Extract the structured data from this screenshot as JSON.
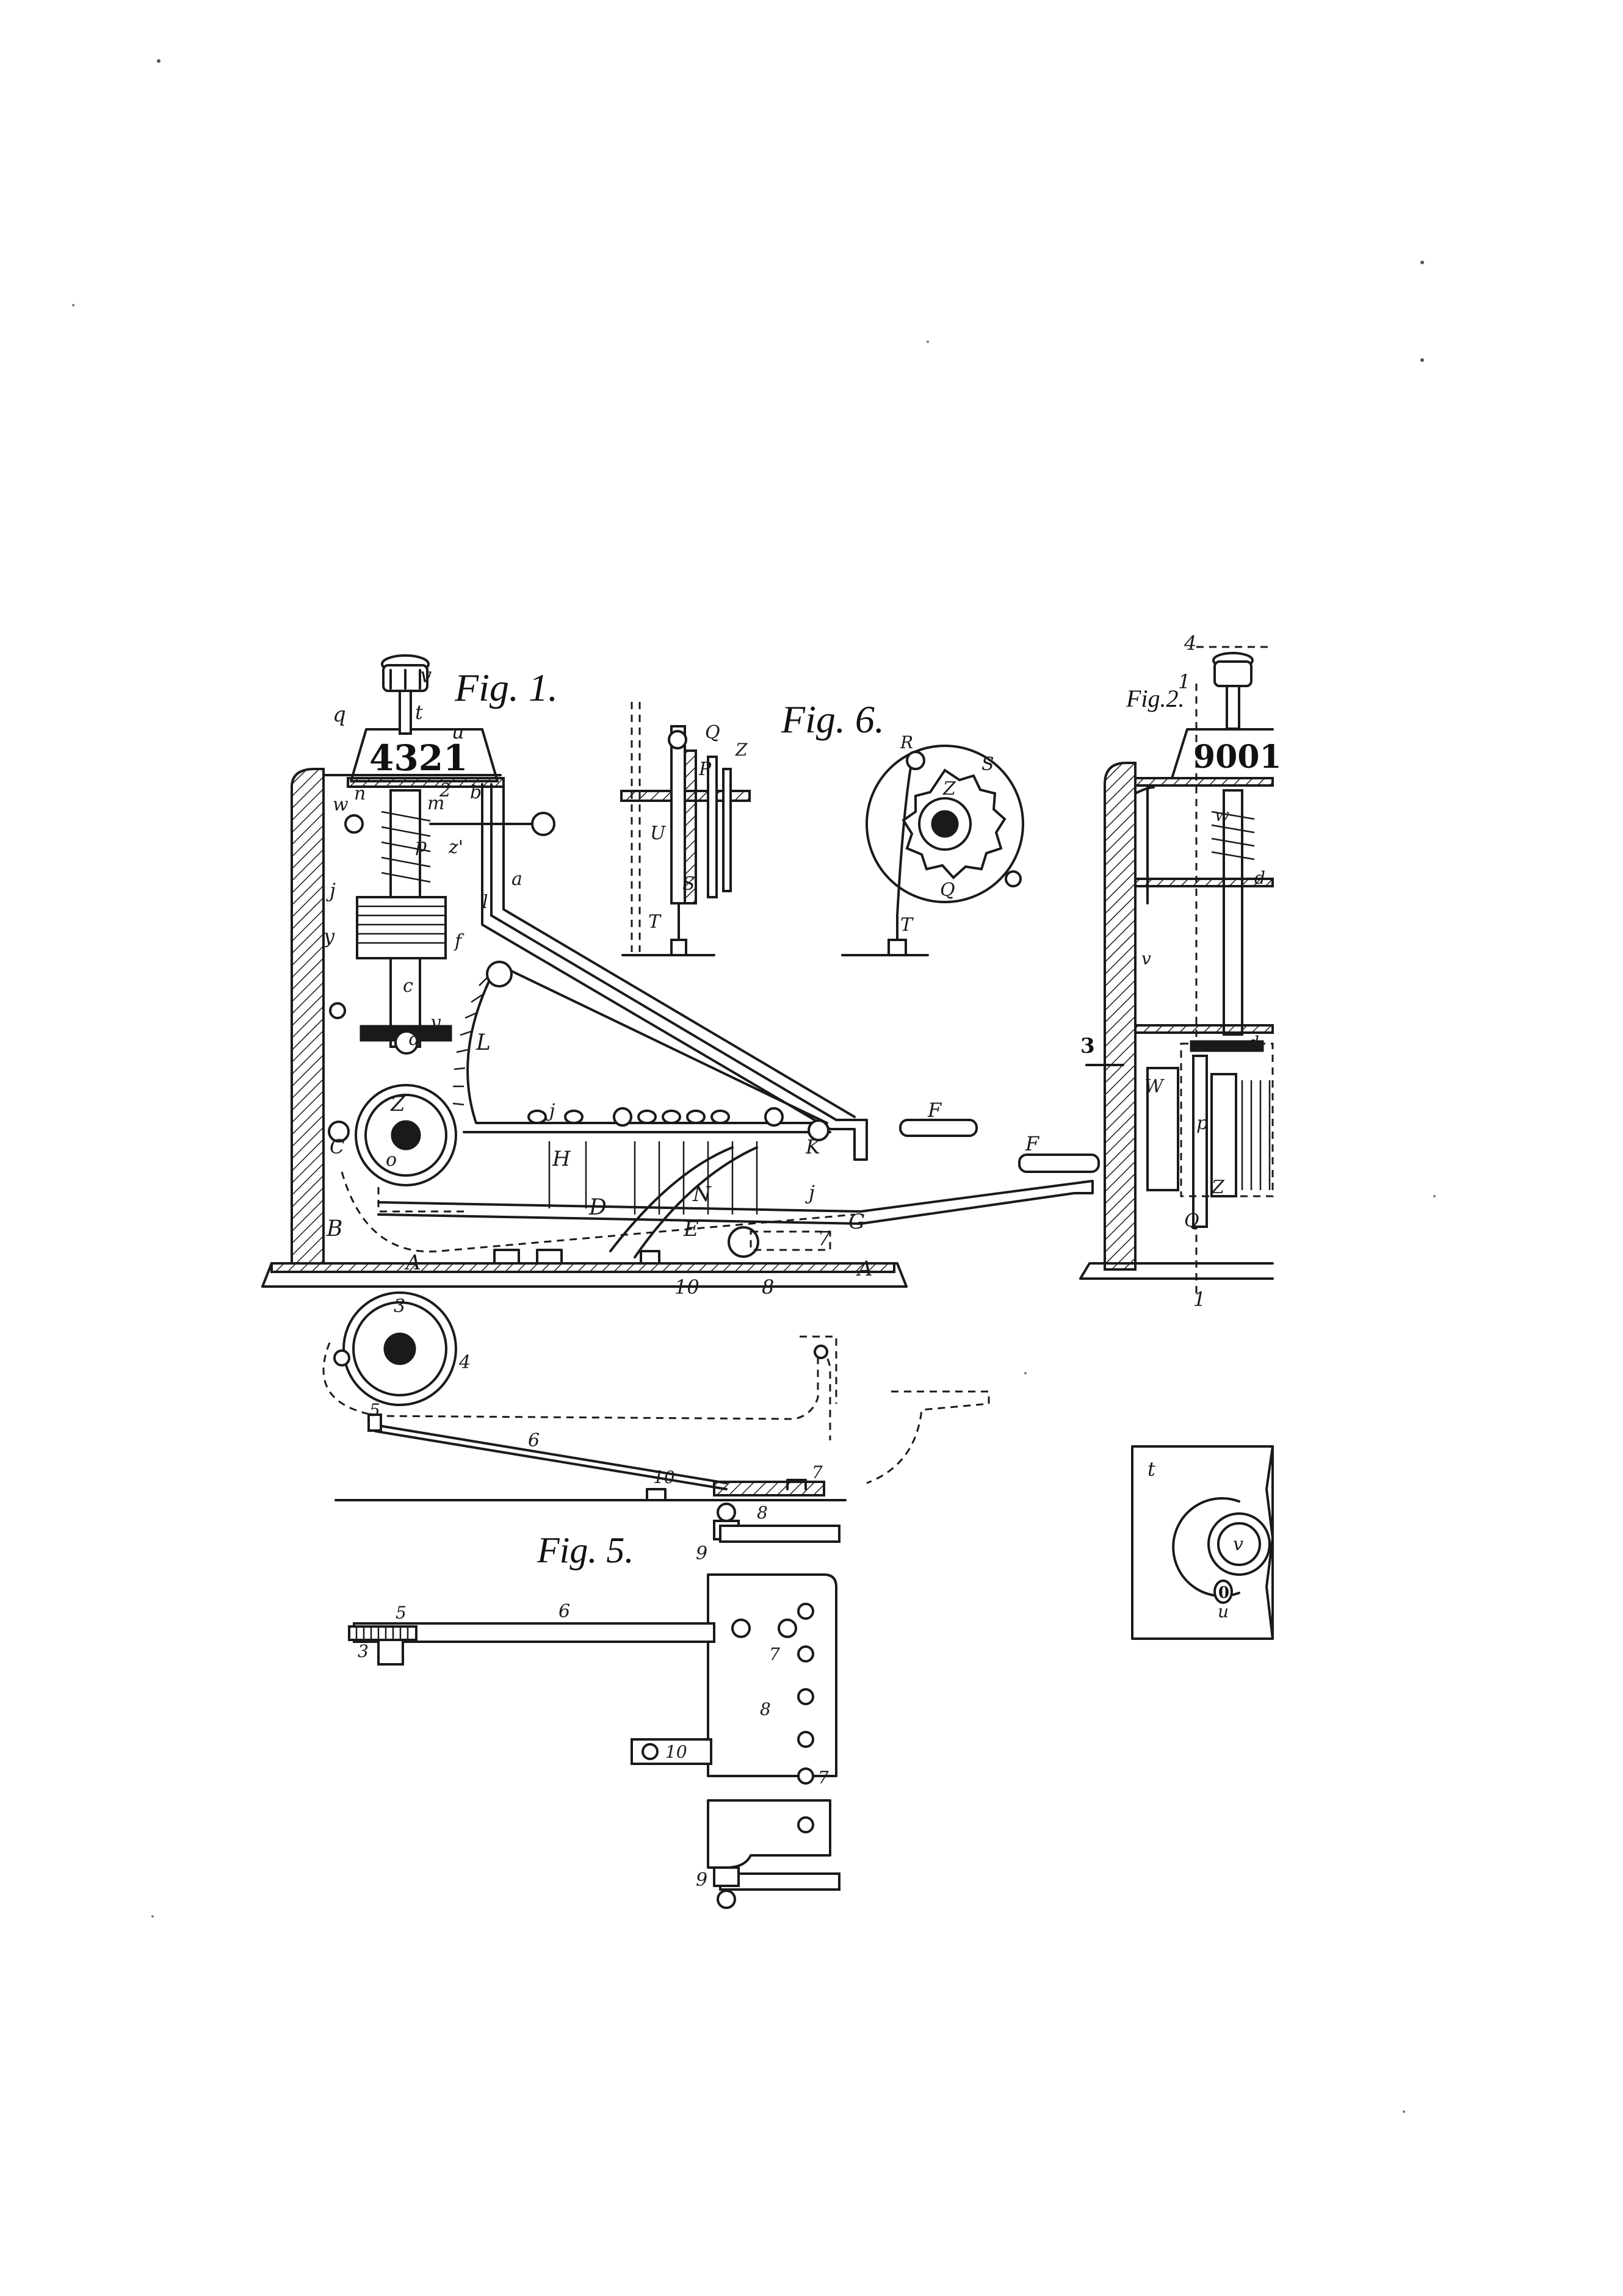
{
  "figures": {
    "fig1": {
      "title": "Fig. 1.",
      "counter_digits": "4321"
    },
    "fig2": {
      "title": "Fig.2.",
      "counter_digits": "9001"
    },
    "fig5": {
      "title": "Fig. 5."
    },
    "fig6": {
      "title": "Fig. 6."
    }
  },
  "labels": {
    "v": "v",
    "q": "q",
    "t": "t",
    "u": "u",
    "n": "n",
    "w": "w",
    "m": "m",
    "p": "p",
    "two": "2",
    "b": "b",
    "z_prime": "z'",
    "a_small": "a",
    "l": "l",
    "j": "j",
    "y": "y",
    "f": "f",
    "c": "c",
    "d": "d",
    "L": "L",
    "Z": "Z",
    "o": "o",
    "H": "H",
    "N": "N",
    "D": "D",
    "E": "E",
    "G": "G",
    "A": "A",
    "B": "B",
    "C": "C",
    "K": "K",
    "F": "F",
    "seven": "7",
    "eight": "8",
    "ten": "10",
    "three": "3",
    "four": "4",
    "five": "5",
    "six": "6",
    "nine": "9",
    "one": "1",
    "Q": "Q",
    "P": "P",
    "S": "S",
    "U": "U",
    "T": "T",
    "R": "R",
    "W": "W",
    "zero": "0"
  }
}
